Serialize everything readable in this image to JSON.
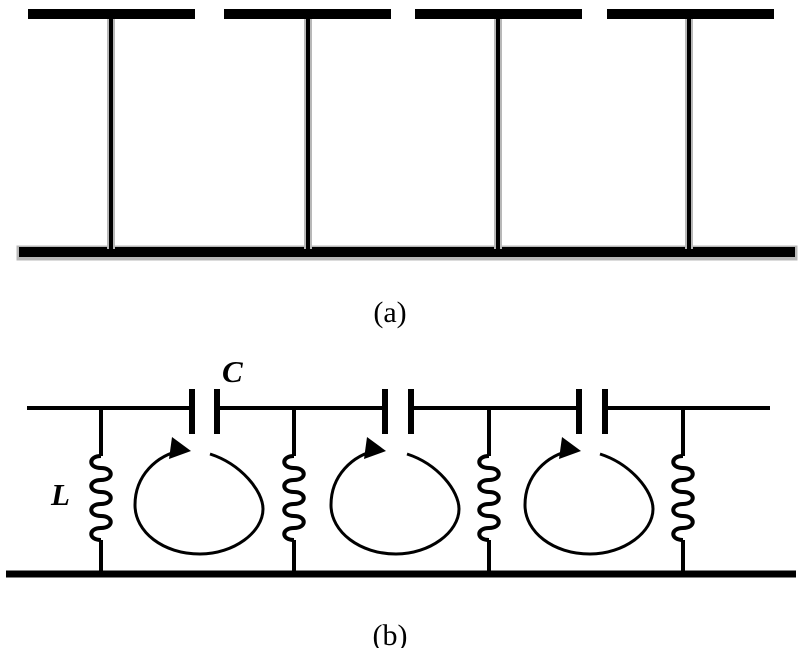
{
  "figure": {
    "panel_a": {
      "caption": "(a)"
    },
    "panel_b": {
      "caption": "(b)",
      "capacitor_label": "C",
      "inductor_label": "L"
    }
  },
  "colors": {
    "line": "#000000",
    "ghost": "#b8b8b8",
    "background": "#ffffff"
  }
}
